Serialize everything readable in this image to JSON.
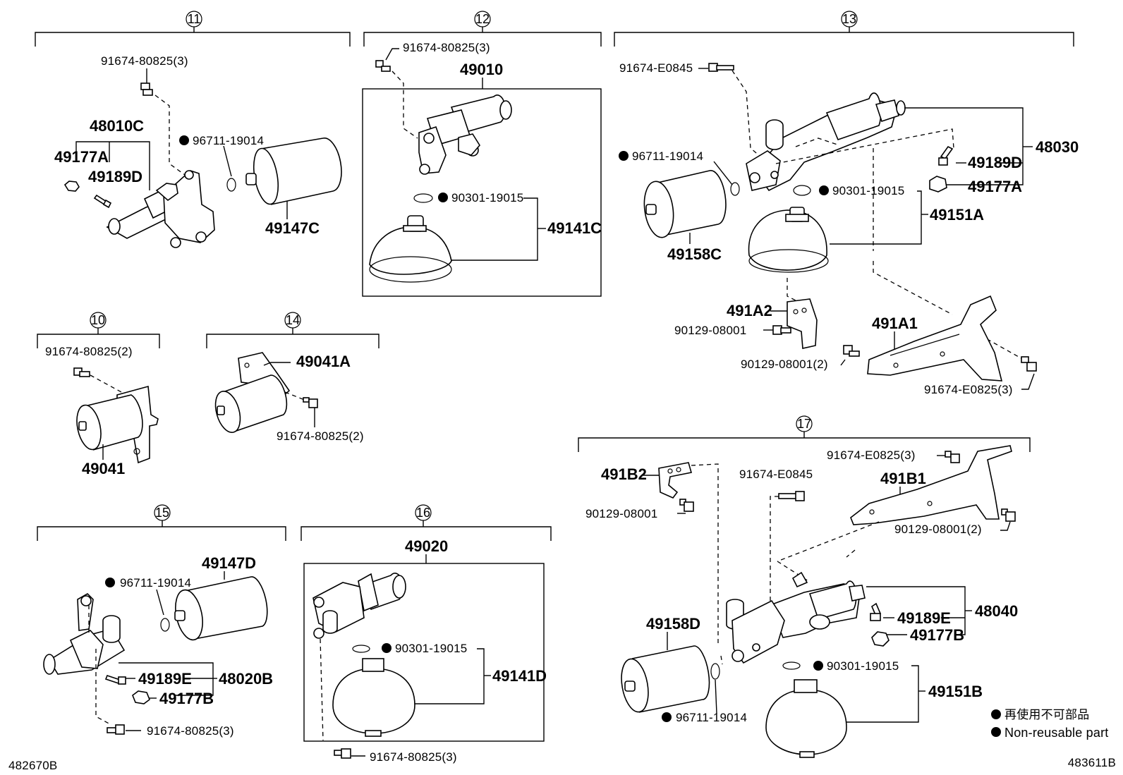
{
  "legend": {
    "ja": "再使用不可部品",
    "en": "Non-reusable part"
  },
  "footer": {
    "left_code": "482670B",
    "right_code": "483611B"
  },
  "groups": {
    "g11": {
      "number": "11",
      "labels": {
        "bolt": "91674-80825(3)",
        "assy": "48010C",
        "a": "49177A",
        "d": "49189D",
        "oring": "96711-19014",
        "filter": "49147C"
      }
    },
    "g12": {
      "number": "12",
      "labels": {
        "bolt": "91674-80825(3)",
        "assy": "49010",
        "oring": "90301-19015",
        "acc": "49141C"
      }
    },
    "g13": {
      "number": "13",
      "labels": {
        "bolt_top": "91674-E0845",
        "oring_l": "96711-19014",
        "oring_r": "90301-19015",
        "assy": "48030",
        "d": "49189D",
        "a": "49177A",
        "acc": "49151A",
        "filter": "49158C",
        "br2": "491A2",
        "bolt_br2": "90129-08001",
        "br1": "491A1",
        "bolt_br1": "90129-08001(2)",
        "bolt_bot": "91674-E0825(3)"
      }
    },
    "g10": {
      "number": "10",
      "labels": {
        "bolt": "91674-80825(2)",
        "part": "49041"
      }
    },
    "g14": {
      "number": "14",
      "labels": {
        "part": "49041A",
        "bolt": "91674-80825(2)"
      }
    },
    "g15": {
      "number": "15",
      "labels": {
        "filter": "49147D",
        "oring": "96711-19014",
        "e": "49189E",
        "assy": "48020B",
        "b": "49177B",
        "bolt": "91674-80825(3)"
      }
    },
    "g16": {
      "number": "16",
      "labels": {
        "assy": "49020",
        "oring": "90301-19015",
        "acc": "49141D",
        "bolt": "91674-80825(3)"
      }
    },
    "g17": {
      "number": "17",
      "labels": {
        "bolt_top": "91674-E0825(3)",
        "br2": "491B2",
        "bolt_mid": "91674-E0845",
        "br1": "491B1",
        "bolt_br2": "90129-08001",
        "bolt_br1": "90129-08001(2)",
        "assy": "48040",
        "e": "49189E",
        "b": "49177B",
        "filter": "49158D",
        "oring_r": "90301-19015",
        "acc": "49151B",
        "oring_l": "96711-19014"
      }
    }
  }
}
